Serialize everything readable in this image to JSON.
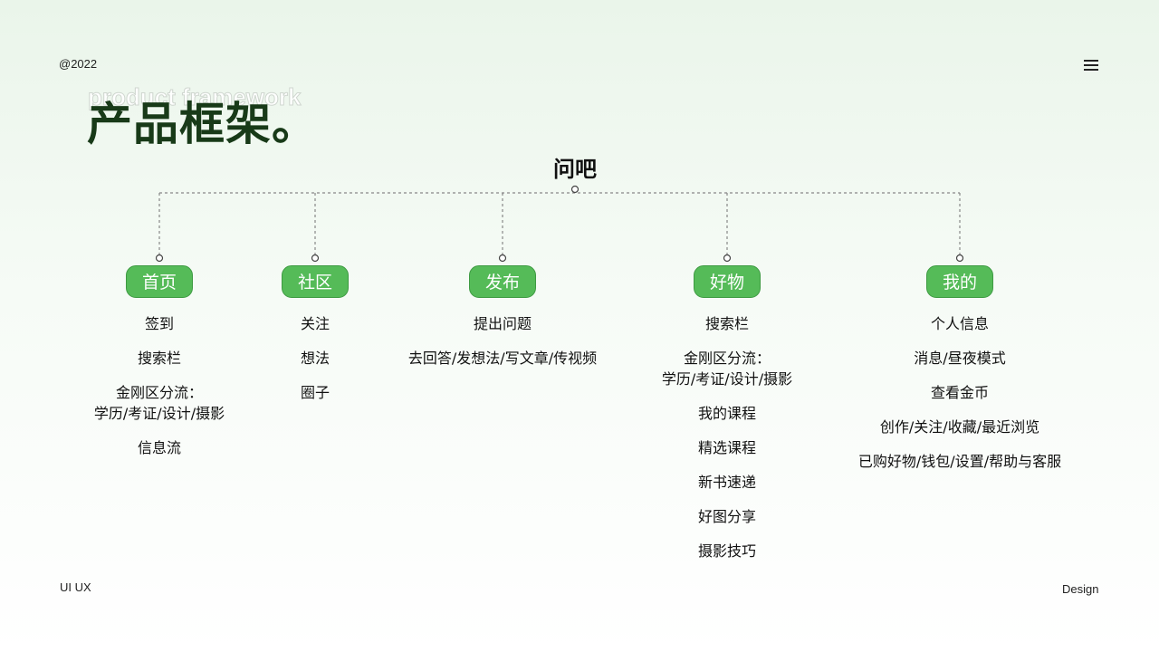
{
  "header": {
    "copyright": "@2022"
  },
  "footer": {
    "left": "UI UX",
    "right": "Design"
  },
  "title": {
    "main": "产品框架。",
    "subtitle": "product framework"
  },
  "tree": {
    "root": "问吧",
    "branches": [
      {
        "label": "首页",
        "items": [
          "签到",
          "搜索栏",
          "金刚区分流：\n学历/考证/设计/摄影",
          "信息流"
        ]
      },
      {
        "label": "社区",
        "items": [
          "关注",
          "想法",
          "圈子"
        ]
      },
      {
        "label": "发布",
        "items": [
          "提出问题",
          "去回答/发想法/写文章/传视频"
        ]
      },
      {
        "label": "好物",
        "items": [
          "搜索栏",
          "金刚区分流：\n学历/考证/设计/摄影",
          "我的课程",
          "精选课程",
          "新书速递",
          "好图分享",
          "摄影技巧"
        ]
      },
      {
        "label": "我的",
        "items": [
          "个人信息",
          "消息/昼夜模式",
          "查看金币",
          "创作/关注/收藏/最近浏览",
          "已购好物/钱包/设置/帮助与客服"
        ]
      }
    ]
  },
  "colors": {
    "pill": "#55bb58",
    "title": "#183a18",
    "connector": "#888888"
  },
  "icons": {
    "menu": "hamburger-menu-icon"
  }
}
